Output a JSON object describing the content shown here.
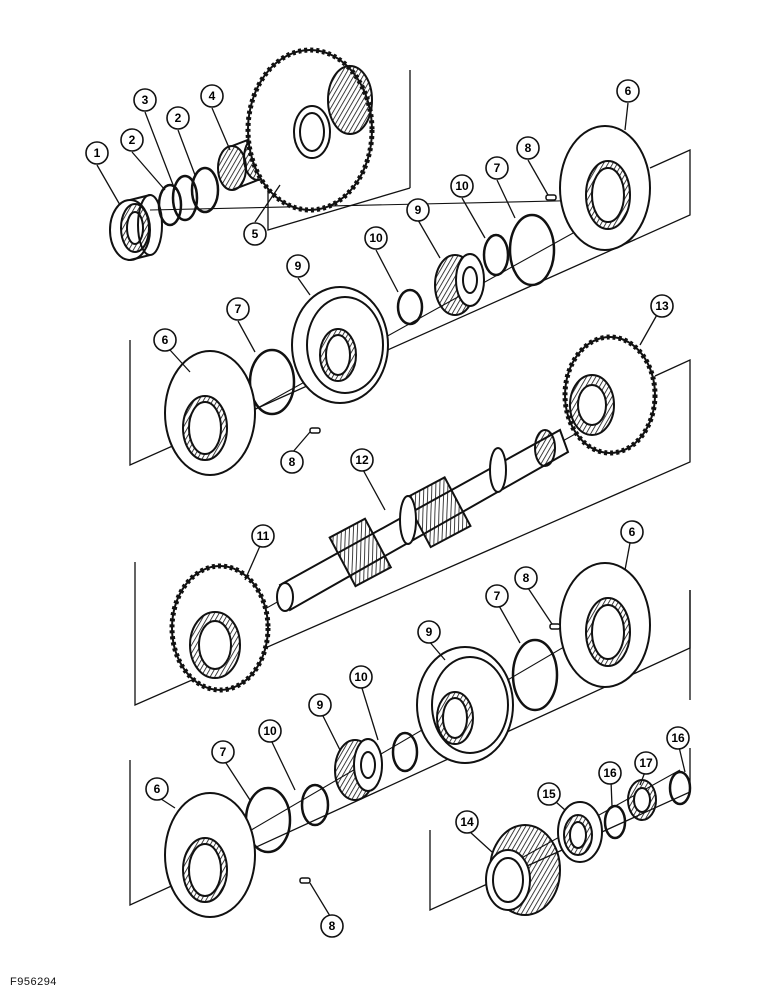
{
  "figure_id": "F956294",
  "colors": {
    "ink": "#111111",
    "paper": "#ffffff"
  },
  "callouts": [
    {
      "label": "1"
    },
    {
      "label": "2"
    },
    {
      "label": "3"
    },
    {
      "label": "2"
    },
    {
      "label": "4"
    },
    {
      "label": "5"
    },
    {
      "label": "6"
    },
    {
      "label": "8"
    },
    {
      "label": "7"
    },
    {
      "label": "10"
    },
    {
      "label": "9"
    },
    {
      "label": "10"
    },
    {
      "label": "9"
    },
    {
      "label": "7"
    },
    {
      "label": "6"
    },
    {
      "label": "8"
    },
    {
      "label": "13"
    },
    {
      "label": "12"
    },
    {
      "label": "11"
    },
    {
      "label": "6"
    },
    {
      "label": "8"
    },
    {
      "label": "7"
    },
    {
      "label": "9"
    },
    {
      "label": "10"
    },
    {
      "label": "9"
    },
    {
      "label": "10"
    },
    {
      "label": "7"
    },
    {
      "label": "6"
    },
    {
      "label": "8"
    },
    {
      "label": "16"
    },
    {
      "label": "17"
    },
    {
      "label": "16"
    },
    {
      "label": "15"
    },
    {
      "label": "14"
    }
  ]
}
